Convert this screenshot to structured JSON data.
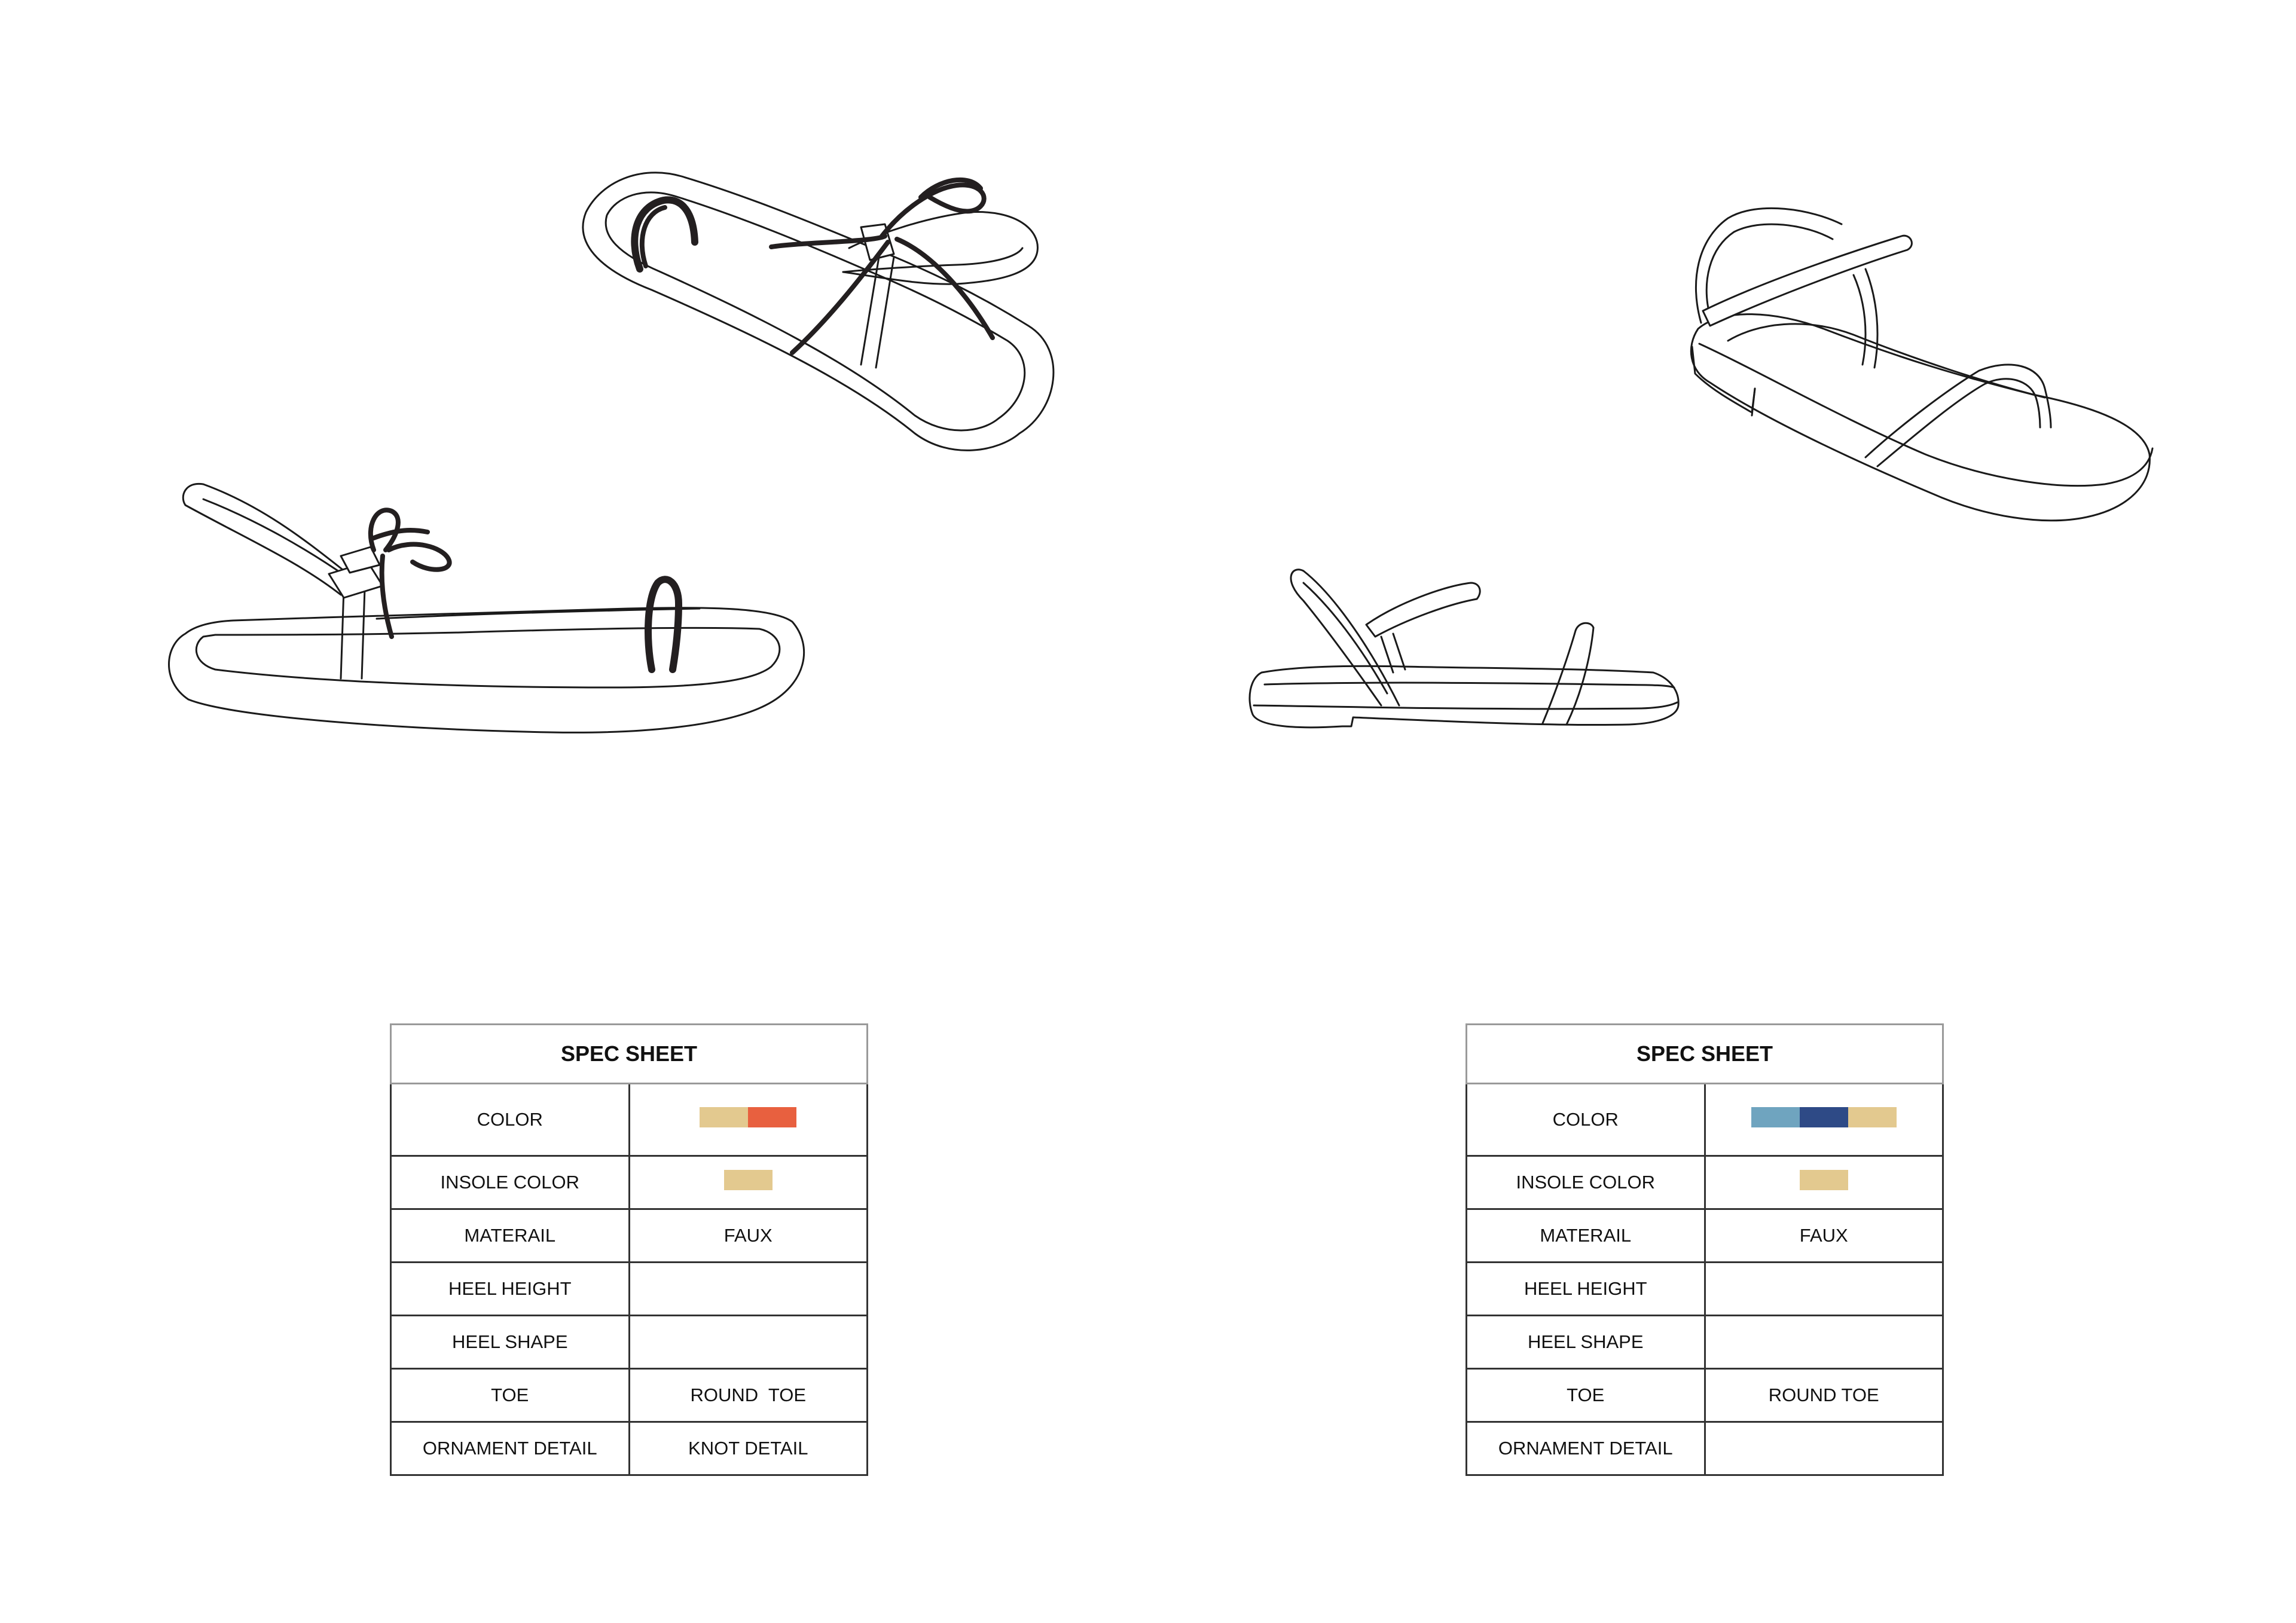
{
  "sheets": [
    {
      "title": "SPEC SHEET",
      "rows": {
        "color": {
          "label": "COLOR",
          "swatches": [
            "#e3c98f",
            "#e8603f"
          ]
        },
        "insole": {
          "label": "INSOLE COLOR",
          "swatches": [
            "#e3c98f"
          ]
        },
        "material": {
          "label": "MATERAIL",
          "value": "FAUX"
        },
        "heel_height": {
          "label": "HEEL HEIGHT",
          "value": ""
        },
        "heel_shape": {
          "label": "HEEL SHAPE",
          "value": ""
        },
        "toe": {
          "label": "TOE",
          "value": "ROUND  TOE"
        },
        "ornament": {
          "label": "ORNAMENT DETAIL",
          "value": "KNOT DETAIL"
        }
      }
    },
    {
      "title": "SPEC SHEET",
      "rows": {
        "color": {
          "label": "COLOR",
          "swatches": [
            "#6fa4bf",
            "#2e4a86",
            "#e3c98f"
          ]
        },
        "insole": {
          "label": "INSOLE COLOR",
          "swatches": [
            "#e3c98f"
          ]
        },
        "material": {
          "label": "MATERAIL",
          "value": "FAUX"
        },
        "heel_height": {
          "label": "HEEL HEIGHT",
          "value": ""
        },
        "heel_shape": {
          "label": "HEEL SHAPE",
          "value": ""
        },
        "toe": {
          "label": "TOE",
          "value": "ROUND TOE"
        },
        "ornament": {
          "label": "ORNAMENT DETAIL",
          "value": ""
        }
      }
    }
  ],
  "colors": {
    "line": "#1a1a1a",
    "strap_dark": "#231f20",
    "table_border": "#333333",
    "table_header_border": "#9a9a9a"
  },
  "icons": {
    "sandal_1_top": "knot-toe-ring-sandal-top-view-sketch",
    "sandal_1_side": "knot-toe-ring-sandal-side-view-sketch",
    "sandal_2_side": "strappy-flat-sandal-side-view-sketch",
    "sandal_2_three_quarter": "strappy-flat-sandal-three-quarter-view-sketch"
  }
}
